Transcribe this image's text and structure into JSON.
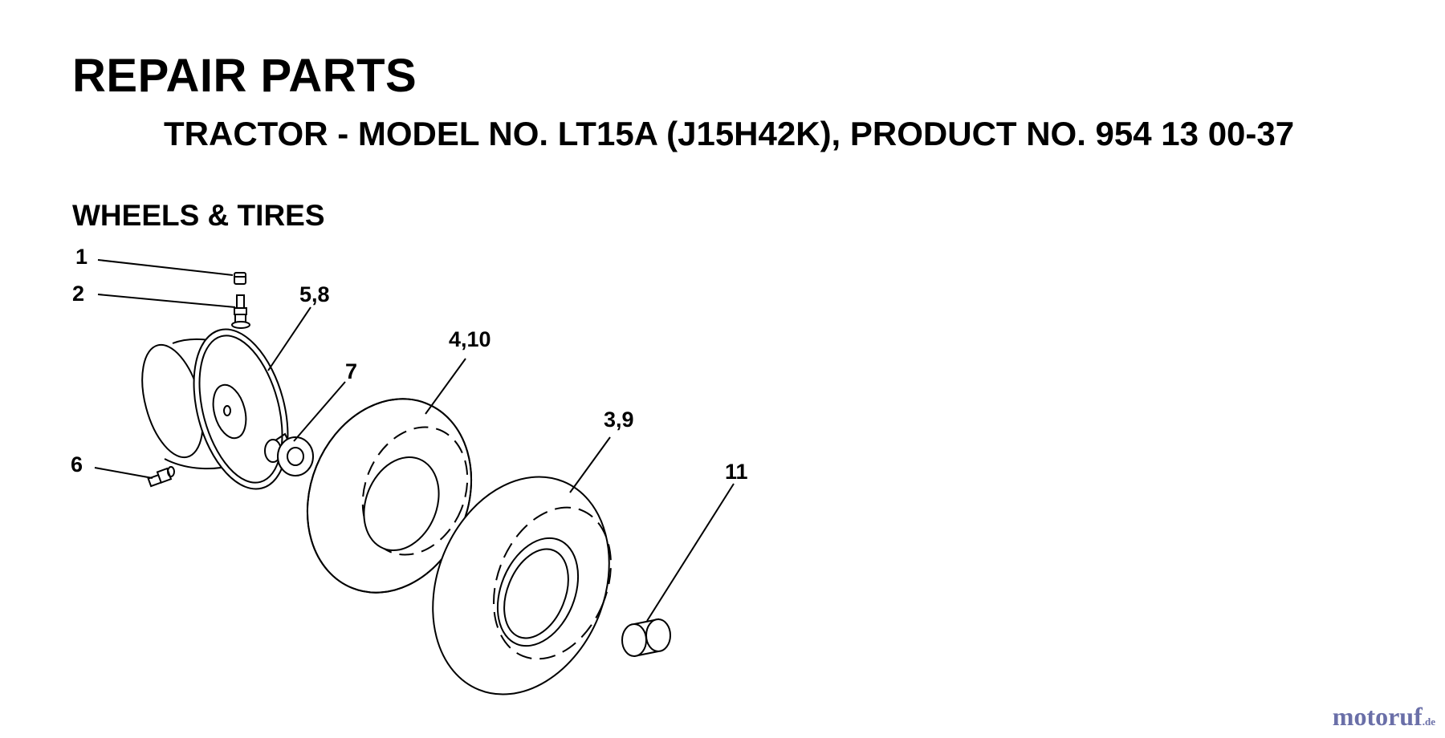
{
  "header": {
    "title": "REPAIR PARTS",
    "subtitle": "TRACTOR - MODEL NO. LT15A (J15H42K), PRODUCT NO. 954 13 00-37"
  },
  "section": {
    "title": "WHEELS & TIRES"
  },
  "callouts": {
    "c1": "1",
    "c2": "2",
    "c58": "5,8",
    "c7": "7",
    "c410": "4,10",
    "c39": "3,9",
    "c6": "6",
    "c11": "11"
  },
  "watermark": {
    "brand": "motoruf",
    "suffix": ".de"
  },
  "colors": {
    "ink": "#000000",
    "background": "#ffffff",
    "watermark": "#6a6fa8"
  }
}
